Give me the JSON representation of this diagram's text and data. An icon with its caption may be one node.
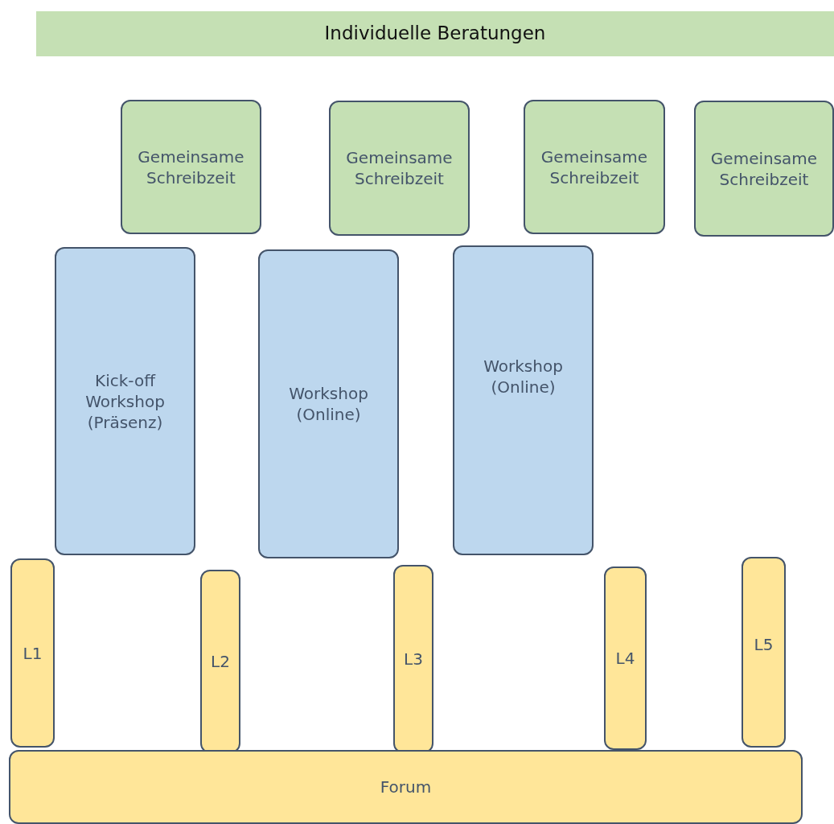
{
  "diagram": {
    "nodes": [
      {
        "text": [
          "Individuelle Beratungen"
        ]
      },
      {
        "text": [
          "Gemeinsame Schreibzeit"
        ]
      },
      {
        "text": [
          "Gemeinsame Schreibzeit"
        ]
      },
      {
        "text": [
          "Gemeinsame Schreibzeit"
        ]
      },
      {
        "text": [
          "Gemeinsame Schreibzeit"
        ]
      },
      {
        "text": [
          "Kick-off Workshop (Präsenz)"
        ]
      },
      {
        "text": [
          "Workshop (Online)"
        ]
      },
      {
        "text": [
          "Workshop (Online)"
        ]
      },
      {
        "text": [
          "L1"
        ]
      },
      {
        "text": [
          "L2"
        ]
      },
      {
        "text": [
          "L3"
        ]
      },
      {
        "text": [
          "L4"
        ]
      },
      {
        "text": [
          "L5"
        ]
      },
      {
        "text": [
          "Forum"
        ]
      }
    ]
  }
}
